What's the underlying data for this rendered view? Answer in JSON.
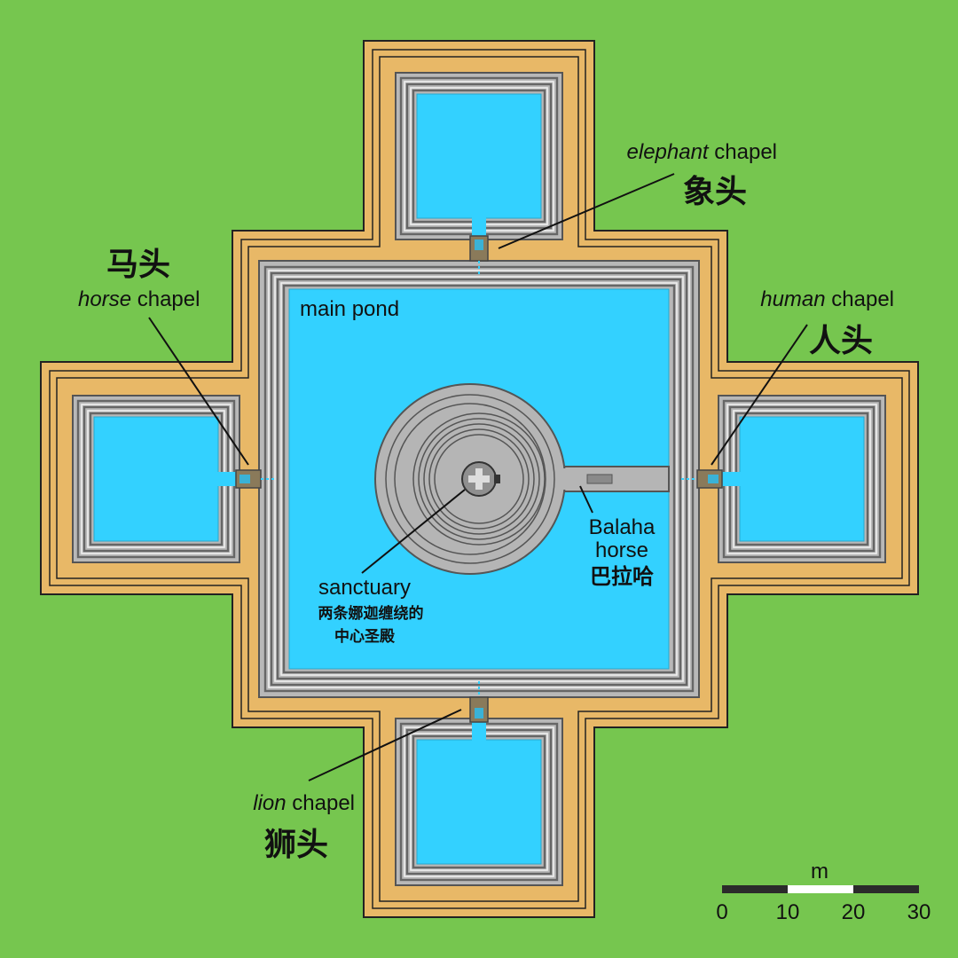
{
  "colors": {
    "grass": "#76c64f",
    "laterite": "#e8b867",
    "water": "#33d1ff",
    "stone": "#b5b5b5",
    "sanctuary": "#9a9a9a"
  },
  "labels": {
    "main_pond": "main pond",
    "elephant": {
      "italic": "elephant",
      "rest": " chapel",
      "zh": "象头"
    },
    "horse": {
      "italic": "horse",
      "rest": " chapel",
      "zh": "马头"
    },
    "human": {
      "italic": "human",
      "rest": " chapel",
      "zh": "人头"
    },
    "lion": {
      "italic": "lion",
      "rest": " chapel",
      "zh": "狮头"
    },
    "sanctuary": {
      "en": "sanctuary",
      "zh1": "两条娜迦缠绕的",
      "zh2": "中心圣殿"
    },
    "balaha": {
      "en1": "Balaha",
      "en2": "horse",
      "zh": "巴拉哈"
    }
  },
  "scale_bar": {
    "unit": "m",
    "ticks": [
      "0",
      "10",
      "20",
      "30"
    ]
  }
}
